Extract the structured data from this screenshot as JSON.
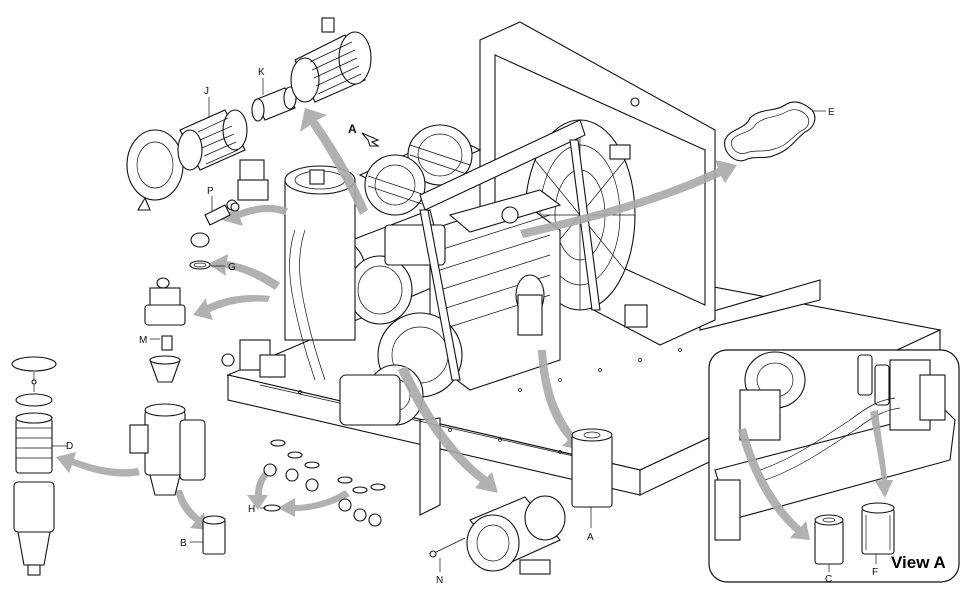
{
  "labels": {
    "A_arrow": "A",
    "A": "A",
    "B": "B",
    "C": "C",
    "D": "D",
    "E": "E",
    "F": "F",
    "G": "G",
    "H": "H",
    "J": "J",
    "K": "K",
    "M": "M",
    "N": "N",
    "P": "P"
  },
  "inset": {
    "title": "View A"
  },
  "colors": {
    "line": "#111111",
    "arrow": "#a9a9a9",
    "background": "#ffffff"
  }
}
